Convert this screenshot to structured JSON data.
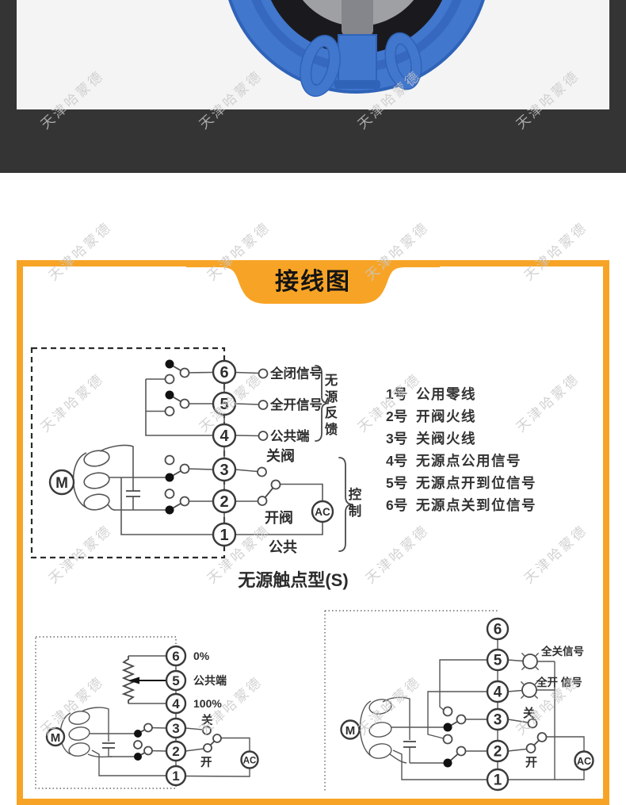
{
  "watermark": {
    "text": "天津哈蒙德"
  },
  "colors": {
    "accent_orange": "#F7A426",
    "dark_background": "#343434",
    "photo_background": "#F4F4F4",
    "diagram_line": "#4A4A4A",
    "watermark_gray": "#C8C8C8",
    "valve_blue": "#4277CE"
  },
  "banner": {
    "title": "接线图"
  },
  "main_diagram": {
    "terminals": [
      "6",
      "5",
      "4",
      "3",
      "2",
      "1"
    ],
    "motor_label": "M",
    "ac_label": "AC",
    "labels": {
      "t6": "全闭信号",
      "t5": "全开信号",
      "t4": "公共端",
      "t3": "关阀",
      "t2": "开阀",
      "t1": "公共"
    },
    "brace_feedback": "无源反馈",
    "brace_control": "控制",
    "caption": "无源触点型(S)"
  },
  "legend": {
    "items": [
      {
        "num": "1号",
        "label": "公用零线"
      },
      {
        "num": "2号",
        "label": "开阀火线"
      },
      {
        "num": "3号",
        "label": "关阀火线"
      },
      {
        "num": "4号",
        "label": "无源点公用信号"
      },
      {
        "num": "5号",
        "label": "无源点开到位信号"
      },
      {
        "num": "6号",
        "label": "无源点关到位信号"
      }
    ]
  },
  "bottom_left_diagram": {
    "terminals": [
      "6",
      "5",
      "4",
      "3",
      "2",
      "1"
    ],
    "motor_label": "M",
    "ac_label": "AC",
    "labels": {
      "t6": "0%",
      "t5": "公共端",
      "t4": "100%",
      "t3": "关",
      "t2": "开"
    }
  },
  "bottom_right_diagram": {
    "terminals": [
      "6",
      "5",
      "4",
      "3",
      "2",
      "1"
    ],
    "motor_label": "M",
    "ac_label": "AC",
    "labels": {
      "lamp_close": "全关信号",
      "lamp_open": "全开 信号",
      "t3": "关",
      "t2": "开"
    }
  }
}
